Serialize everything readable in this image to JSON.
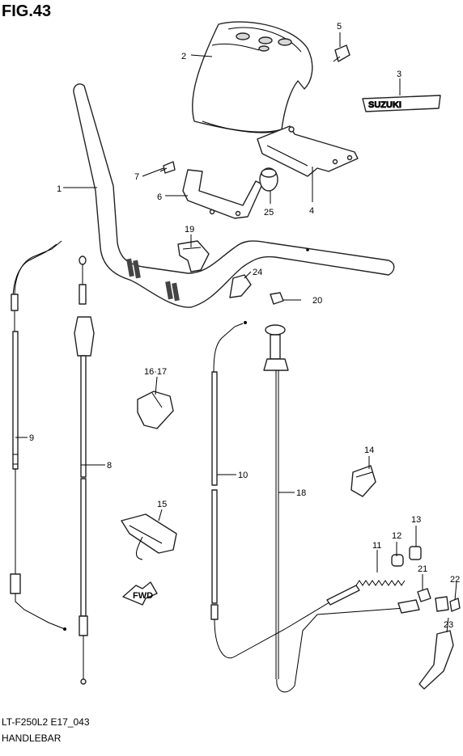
{
  "figure": {
    "title": "FIG.43",
    "model_code": "LT-F250L2 E17_043",
    "name": "HANDLEBAR",
    "brand_emblem": "SUZUKI",
    "arrow_label": "FWD"
  },
  "callouts": [
    {
      "id": "c1",
      "text": "1"
    },
    {
      "id": "c2",
      "text": "2"
    },
    {
      "id": "c3",
      "text": "3"
    },
    {
      "id": "c4",
      "text": "4"
    },
    {
      "id": "c5",
      "text": "5"
    },
    {
      "id": "c6",
      "text": "6"
    },
    {
      "id": "c7",
      "text": "7"
    },
    {
      "id": "c8",
      "text": "8"
    },
    {
      "id": "c9",
      "text": "9"
    },
    {
      "id": "c10",
      "text": "10"
    },
    {
      "id": "c11",
      "text": "11"
    },
    {
      "id": "c12",
      "text": "12"
    },
    {
      "id": "c13",
      "text": "13"
    },
    {
      "id": "c14",
      "text": "14"
    },
    {
      "id": "c15",
      "text": "15"
    },
    {
      "id": "c1617",
      "text": "16·17"
    },
    {
      "id": "c18",
      "text": "18"
    },
    {
      "id": "c19",
      "text": "19"
    },
    {
      "id": "c20",
      "text": "20"
    },
    {
      "id": "c21",
      "text": "21"
    },
    {
      "id": "c22",
      "text": "22"
    },
    {
      "id": "c23",
      "text": "23"
    },
    {
      "id": "c24",
      "text": "24"
    },
    {
      "id": "c25",
      "text": "25"
    }
  ]
}
